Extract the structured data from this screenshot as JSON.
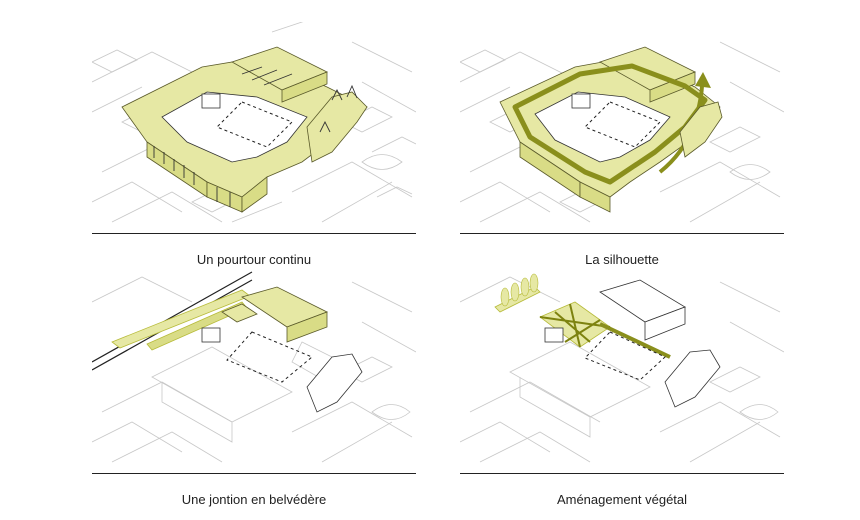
{
  "colors": {
    "highlight": "#e6e8a4",
    "highlight_stroke": "#b7bb3a",
    "route": "#8a8f1c",
    "context_lines": "#c8c8c8",
    "rule": "#222222"
  },
  "panels": [
    {
      "caption": "Un pourtour continu"
    },
    {
      "caption": "La silhouette"
    },
    {
      "caption": "Une jontion en belvédère"
    },
    {
      "caption": "Aménagement végétal"
    }
  ]
}
